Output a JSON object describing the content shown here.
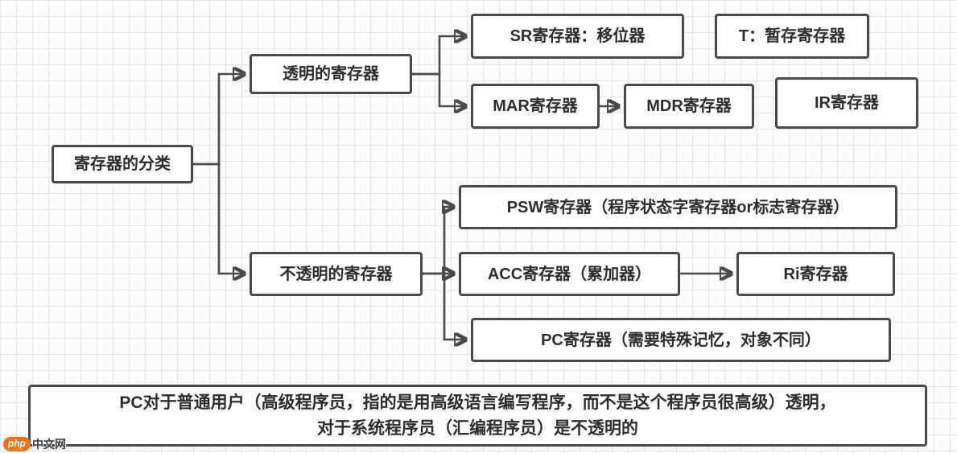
{
  "diagram": {
    "root_label": "寄存器的分类",
    "transparent_label": "透明的寄存器",
    "opaque_label": "不透明的寄存器",
    "sr_label": "SR寄存器：移位器",
    "t_label": "T：暂存寄存器",
    "mar_label": "MAR寄存器",
    "mdr_label": "MDR寄存器",
    "ir_label": "IR寄存器",
    "psw_label": "PSW寄存器（程序状态字寄存器or标志寄存器）",
    "acc_label": "ACC寄存器（累加器）",
    "ri_label": "Ri寄存器",
    "pc_label": "PC寄存器（需要特殊记忆，对象不同）",
    "note_line1": "PC对于普通用户（高级程序员，指的是用高级语言编写程序，而不是这个程序员很高级）透明，",
    "note_line2": "对于系统程序员（汇编程序员）是不透明的"
  },
  "watermark": {
    "logo": "php",
    "text": "中文网"
  },
  "colors": {
    "box_border": "#4a4a4a",
    "box_fill": "#ffffff",
    "text": "#2d2d2d",
    "grid_line": "#e7e7e7",
    "background": "#fcfcfc",
    "watermark_orange": "#ee7219"
  }
}
